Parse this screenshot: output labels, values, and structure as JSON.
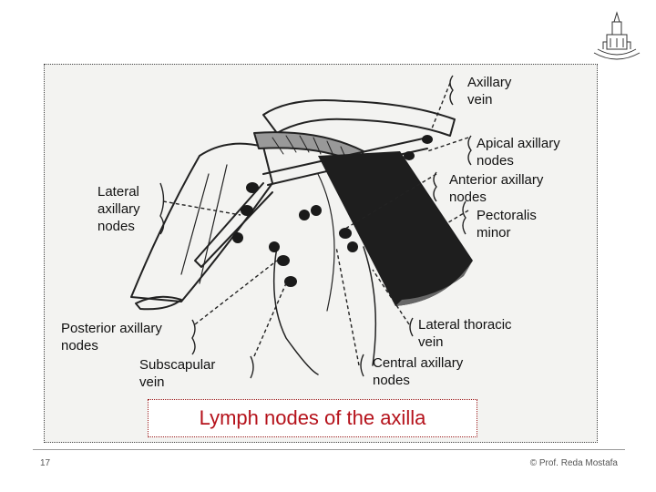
{
  "labels": {
    "axillary_vein": "Axillary\nvein",
    "apical_nodes": "Apical axillary\nnodes",
    "anterior_nodes": "Anterior axillary\nnodes",
    "pectoralis_minor": "Pectoralis\nminor",
    "lateral_nodes": "Lateral\naxillary\nnodes",
    "posterior_nodes": "Posterior axillary\nnodes",
    "subscapular_vein": "Subscapular\nvein",
    "lateral_thoracic_vein": "Lateral thoracic\nvein",
    "central_nodes": "Central axillary\nnodes"
  },
  "caption": "Lymph nodes of the axilla",
  "footer": {
    "page_number": "17",
    "copyright": "© Prof. Reda Mostafa"
  }
}
